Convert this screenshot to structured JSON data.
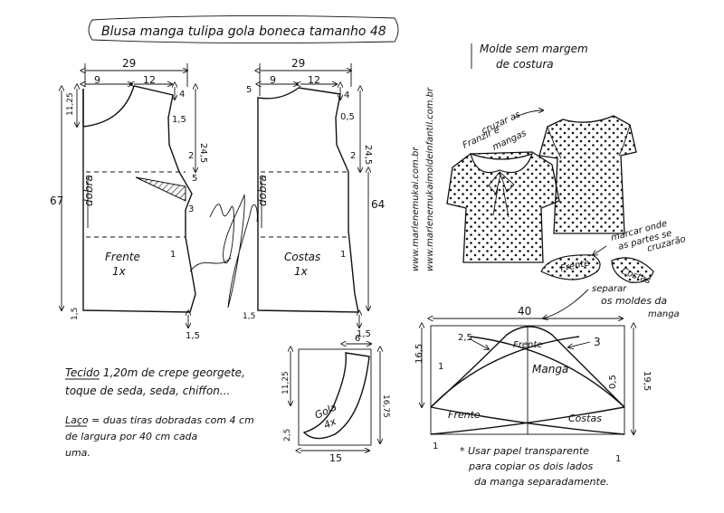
{
  "title": "Blusa manga tulipa gola boneca tamanho 48",
  "note_no_margin": [
    "Molde sem margem",
    "de costura"
  ],
  "sites": [
    "www.marlenemukai.com.br",
    "www.marlenemukaimoldeinfantil.com.br"
  ],
  "front": {
    "label": "Frente",
    "qty": "1x",
    "fold": "dobra",
    "dims": {
      "width": "29",
      "neck_width": "9",
      "shoulder": "12",
      "shoulder_drop": "4",
      "neck_depth": "11,25",
      "armhole_depth": "24,5",
      "armhole_in": "1,5",
      "side_a": "2",
      "side_b": "5",
      "dart": "3",
      "height": "67",
      "hem_a": "1,5",
      "hem_b": "1,5",
      "hem_side": "1"
    }
  },
  "back": {
    "label": "Costas",
    "qty": "1x",
    "fold": "dobra",
    "dims": {
      "width": "29",
      "neck_width": "9",
      "shoulder": "12",
      "neck_depth": "5",
      "shoulder_drop": "4",
      "armhole_in": "0,5",
      "armhole_depth": "24,5",
      "side": "2",
      "height": "64",
      "hem_a": "1,5",
      "hem_b": "1,5",
      "hem_side": "1"
    }
  },
  "sleeve_notes": {
    "gather": [
      "Franzir e",
      "cruzar as",
      "mangas"
    ],
    "mark": [
      "marcar onde",
      "as partes se",
      "cruzarão"
    ],
    "separate": [
      "separar",
      "os moldes da",
      "manga"
    ],
    "piece_front": "Frente",
    "piece_back": "Costas"
  },
  "collar": {
    "label": "Gola",
    "qty": "4x",
    "dims": {
      "top": "6",
      "left_height": "11,25",
      "right_height": "16,75",
      "bottom": "15",
      "bottom_left": "2,5"
    }
  },
  "sleeve": {
    "label": "Manga",
    "front": "Frente",
    "back": "Costas",
    "dims": {
      "width": "40",
      "height": "16,5",
      "right_height": "19,5",
      "left_small": "1",
      "cap_left": "2,5",
      "cap_right": "3",
      "right_small": "0,5",
      "bottom_left": "1",
      "bottom_right": "1"
    }
  },
  "fabric": [
    "Tecido 1,20m de crepe georgete,",
    "toque de seda, seda, chiffon..."
  ],
  "bow": [
    "Laço = duas tiras dobradas com 4 cm",
    "de largura por 40 cm cada",
    "uma."
  ],
  "paper_note": [
    "* Usar papel transparente",
    "para copiar os dois lados",
    "da manga separadamente."
  ]
}
